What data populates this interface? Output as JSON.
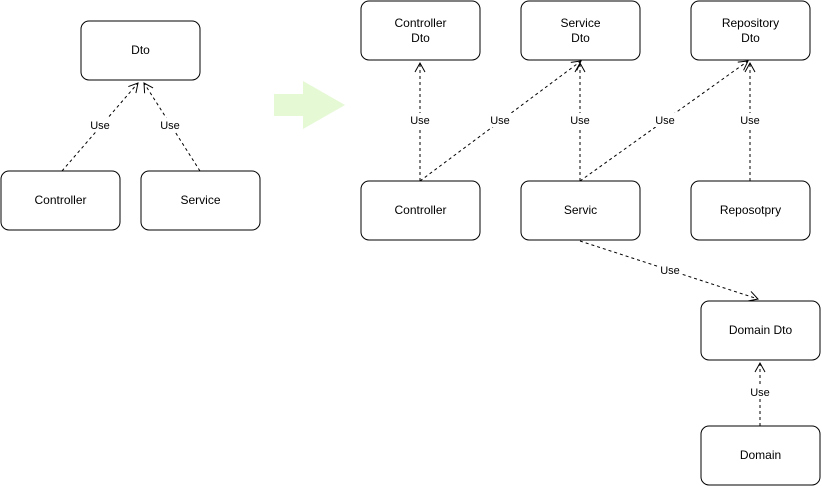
{
  "nodes": {
    "dto": {
      "lines": [
        "Dto"
      ]
    },
    "controller_left": {
      "lines": [
        "Controller"
      ]
    },
    "service_left": {
      "lines": [
        "Service"
      ]
    },
    "controller_dto": {
      "lines": [
        "Controller",
        "Dto"
      ]
    },
    "service_dto": {
      "lines": [
        "Service",
        "Dto"
      ]
    },
    "repository_dto": {
      "lines": [
        "Repository",
        "Dto"
      ]
    },
    "controller_right": {
      "lines": [
        "Controller"
      ]
    },
    "servic": {
      "lines": [
        "Servic"
      ]
    },
    "reposotpry": {
      "lines": [
        "Reposotpry"
      ]
    },
    "domain_dto": {
      "lines": [
        "Domain Dto"
      ]
    },
    "domain": {
      "lines": [
        "Domain"
      ]
    }
  },
  "edges": [
    {
      "id": "e1",
      "from": "controller_left",
      "to": "dto",
      "label": "Use"
    },
    {
      "id": "e2",
      "from": "service_left",
      "to": "dto",
      "label": "Use"
    },
    {
      "id": "e3",
      "from": "controller_right",
      "to": "controller_dto",
      "label": "Use"
    },
    {
      "id": "e4",
      "from": "controller_right",
      "to": "service_dto",
      "label": "Use"
    },
    {
      "id": "e5",
      "from": "servic",
      "to": "service_dto",
      "label": "Use"
    },
    {
      "id": "e6",
      "from": "servic",
      "to": "repository_dto",
      "label": "Use"
    },
    {
      "id": "e7",
      "from": "reposotpry",
      "to": "repository_dto",
      "label": "Use"
    },
    {
      "id": "e8",
      "from": "servic",
      "to": "domain_dto",
      "label": "Use"
    },
    {
      "id": "e9",
      "from": "domain",
      "to": "domain_dto",
      "label": "Use"
    }
  ],
  "colors": {
    "box_stroke": "#000000",
    "box_fill": "#ffffff",
    "line": "#000000",
    "transform_arrow": "#e6f9d5"
  }
}
